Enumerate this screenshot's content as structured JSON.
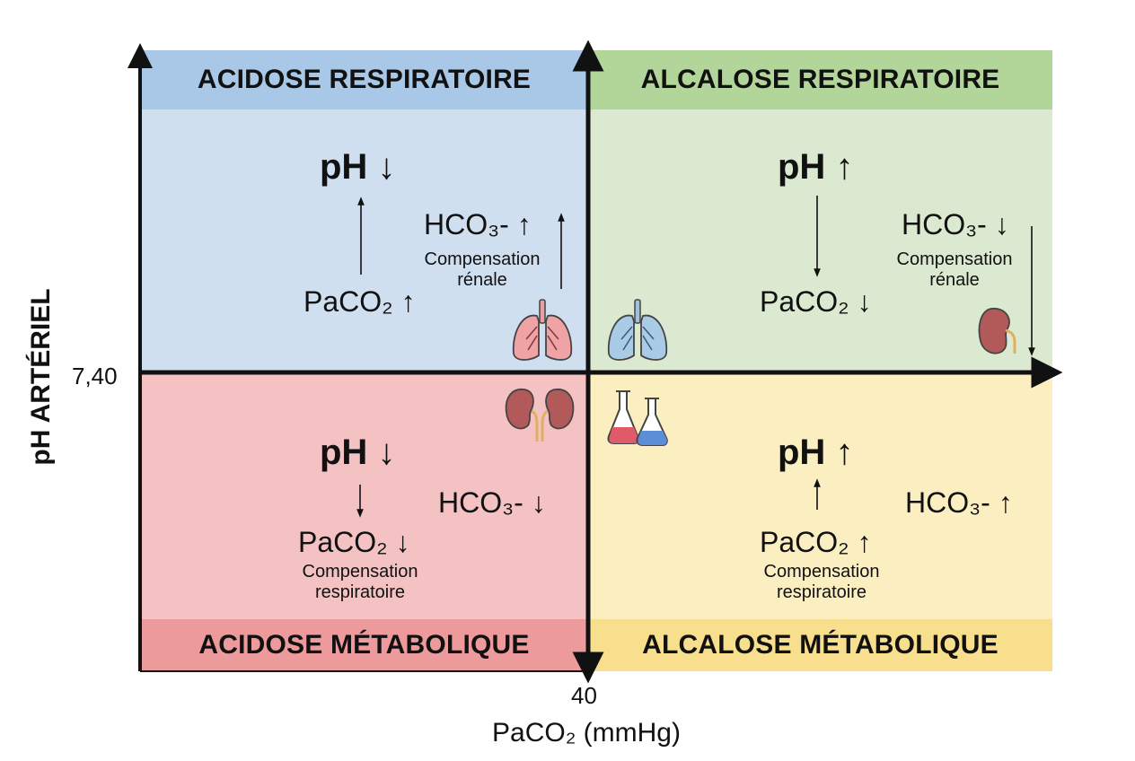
{
  "quadrants": {
    "top_left": {
      "title": "ACIDOSE RESPIRATOIRE",
      "ph": "pH ↓",
      "paco2": "PaCO₂ ↑",
      "hco3": "HCO₃- ↑",
      "compensation_line1": "Compensation",
      "compensation_line2": "rénale"
    },
    "top_right": {
      "title": "ALCALOSE RESPIRATOIRE",
      "ph": "pH ↑",
      "paco2": "PaCO₂ ↓",
      "hco3": "HCO₃- ↓",
      "compensation_line1": "Compensation",
      "compensation_line2": "rénale"
    },
    "bottom_left": {
      "title": "ACIDOSE MÉTABOLIQUE",
      "ph": "pH ↓",
      "paco2": "PaCO₂ ↓",
      "hco3": "HCO₃- ↓",
      "compensation_line1": "Compensation",
      "compensation_line2": "respiratoire"
    },
    "bottom_right": {
      "title": "ALCALOSE MÉTABOLIQUE",
      "ph": "pH ↑",
      "paco2": "PaCO₂ ↑",
      "hco3": "HCO₃- ↑",
      "compensation_line1": "Compensation",
      "compensation_line2": "respiratoire"
    }
  },
  "axes": {
    "x_title": "PaCO₂ (mmHg)",
    "x_tick": "40",
    "y_title": "pH ARTÉRIEL",
    "y_tick": "7,40"
  },
  "colors": {
    "respiratory_acidosis": "#cfdff0",
    "respiratory_alkalosis": "#dbe9d0",
    "metabolic_acidosis": "#f4c2c3",
    "metabolic_alkalosis": "#fbefc1"
  },
  "icons": [
    "lungs-icon",
    "kidney-icon",
    "flasks-icon"
  ]
}
